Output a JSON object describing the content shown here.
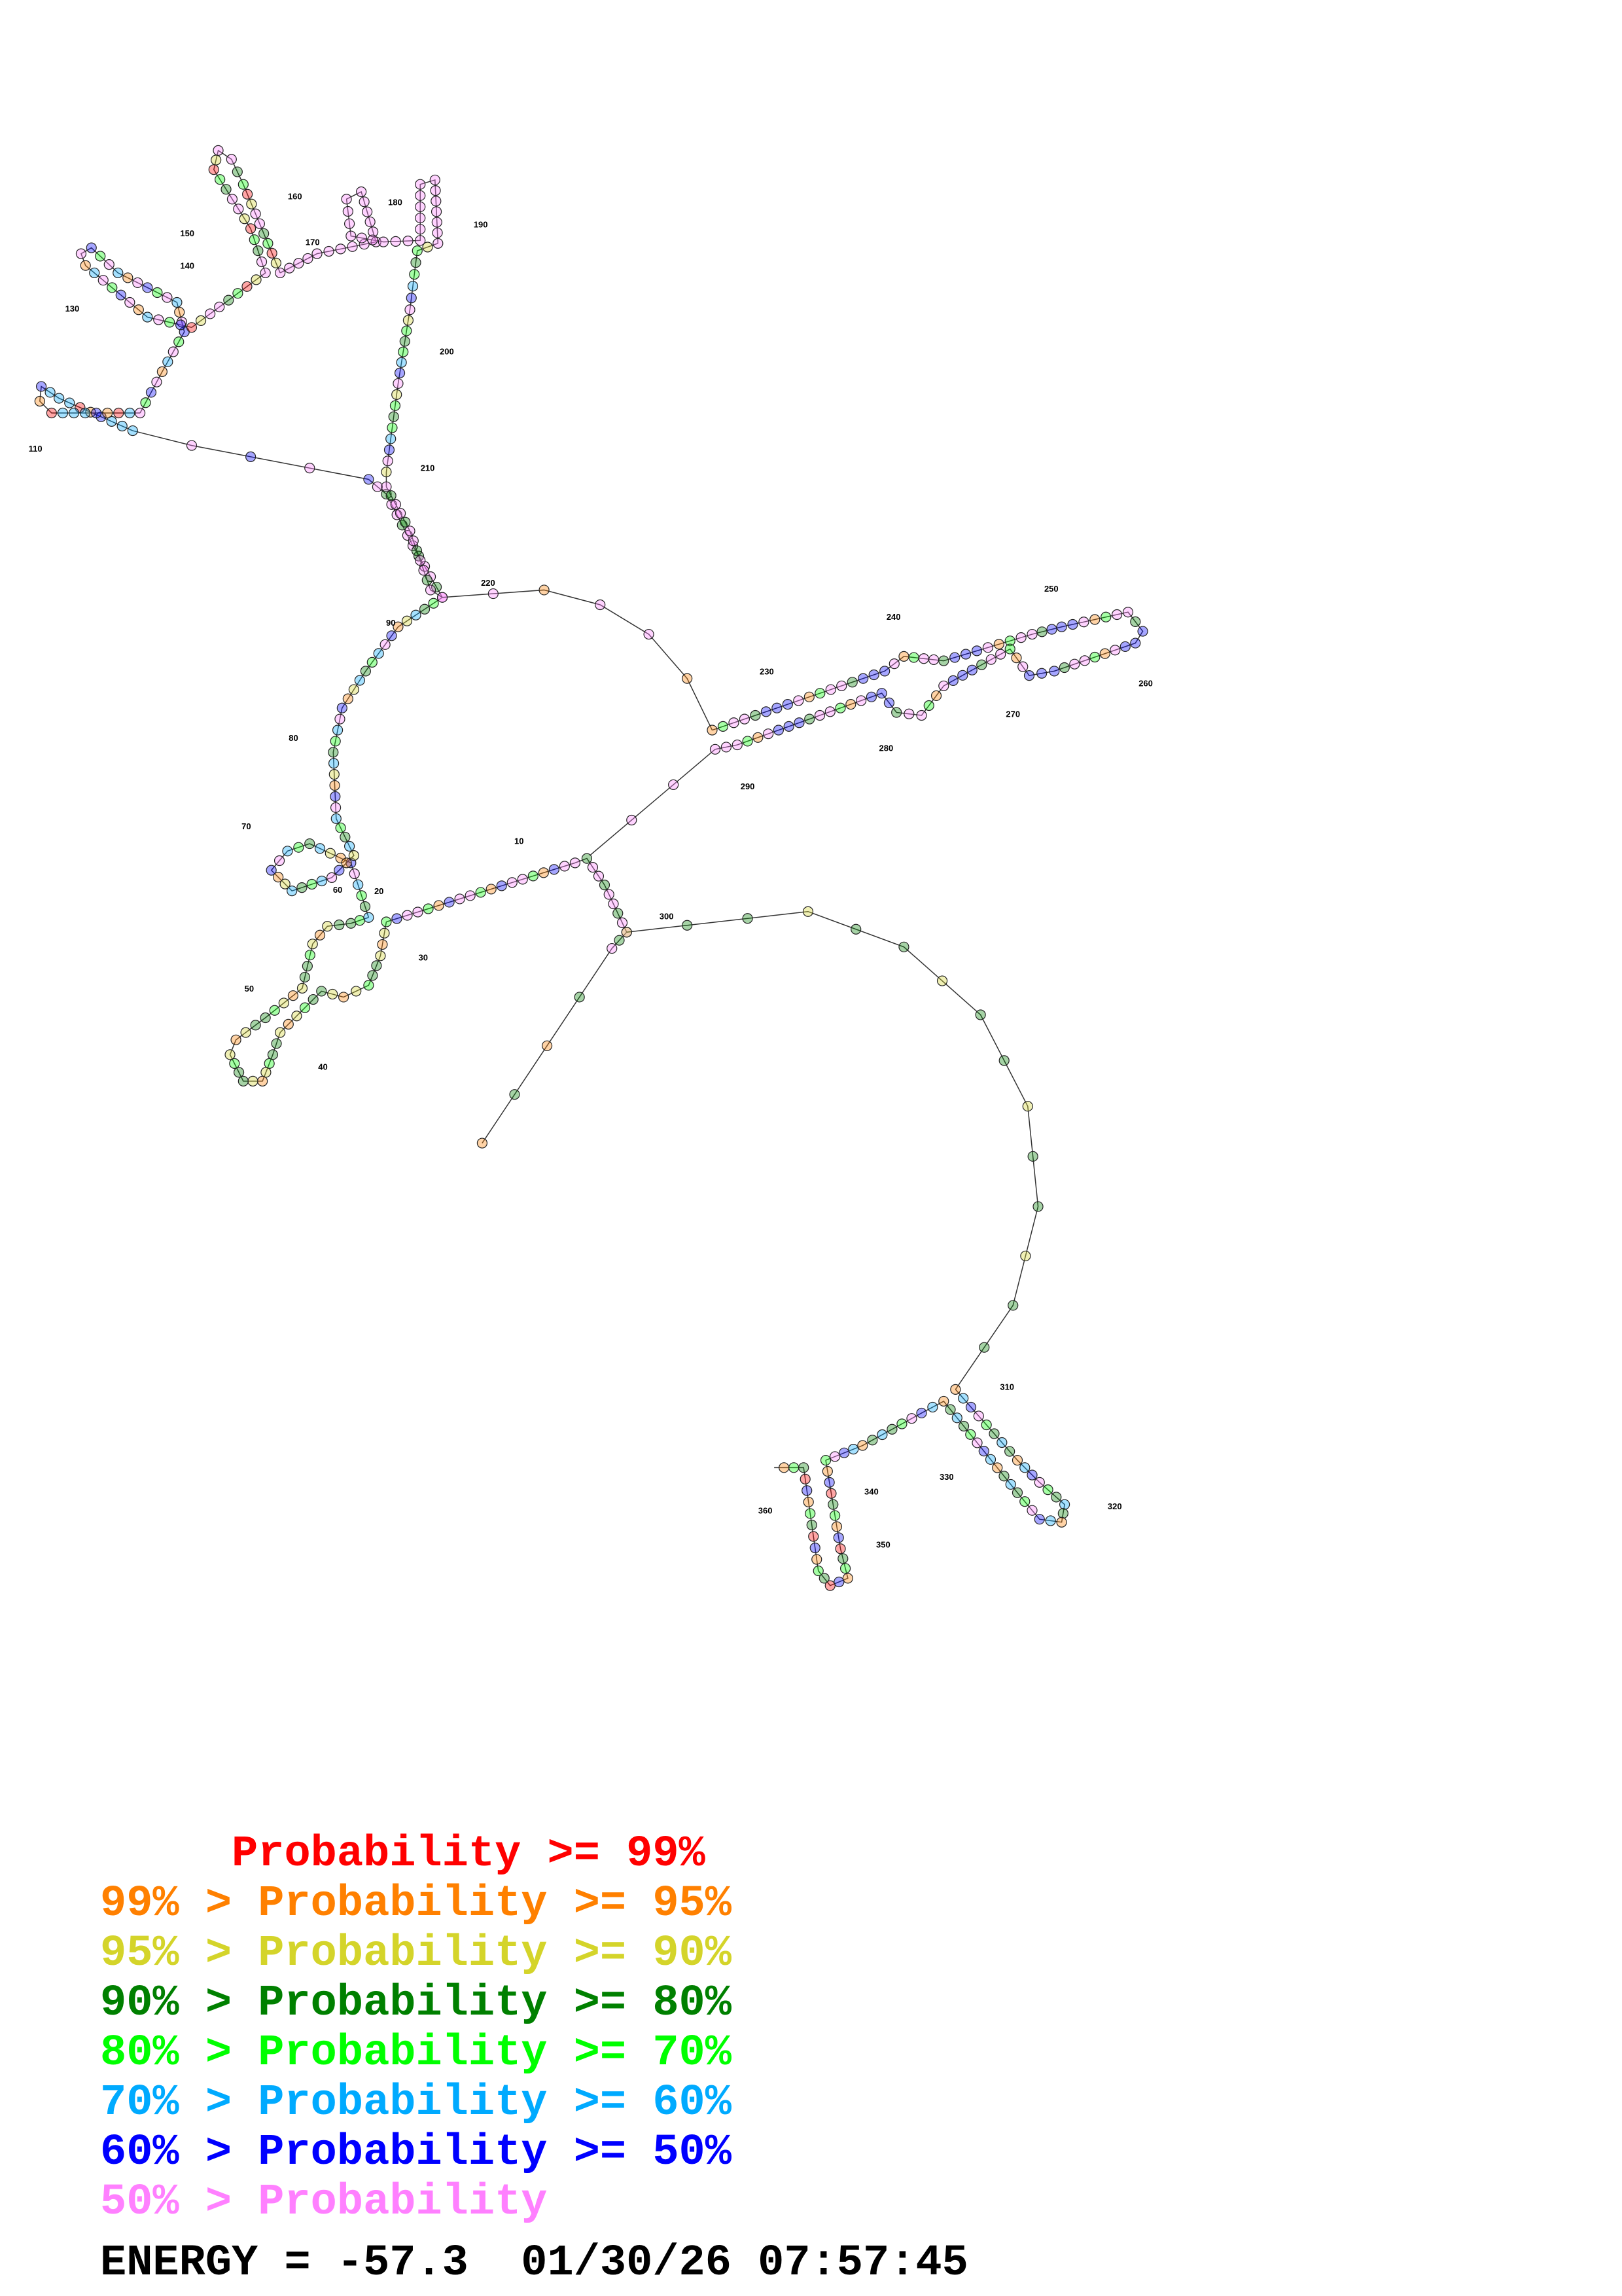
{
  "legend": [
    {
      "text": "     Probability >= 99%",
      "color": "#ff0000"
    },
    {
      "text": "99% > Probability >= 95%",
      "color": "#ff8000"
    },
    {
      "text": "95% > Probability >= 90%",
      "color": "#d4d42a"
    },
    {
      "text": "90% > Probability >= 80%",
      "color": "#008000"
    },
    {
      "text": "80% > Probability >= 70%",
      "color": "#00ff00"
    },
    {
      "text": "70% > Probability >= 60%",
      "color": "#00aaff"
    },
    {
      "text": "60% > Probability >= 50%",
      "color": "#0000ff"
    },
    {
      "text": "50% > Probability",
      "color": "#ff80ff"
    }
  ],
  "energy_line": "ENERGY = -57.3  01/30/26 07:57:45",
  "position_labels": [
    "10",
    "20",
    "30",
    "40",
    "50",
    "60",
    "70",
    "80",
    "90",
    "110",
    "130",
    "140",
    "150",
    "160",
    "170",
    "180",
    "190",
    "200",
    "210",
    "220",
    "230",
    "240",
    "250",
    "260",
    "270",
    "280",
    "290",
    "300",
    "310",
    "320",
    "330",
    "340",
    "350",
    "360"
  ]
}
